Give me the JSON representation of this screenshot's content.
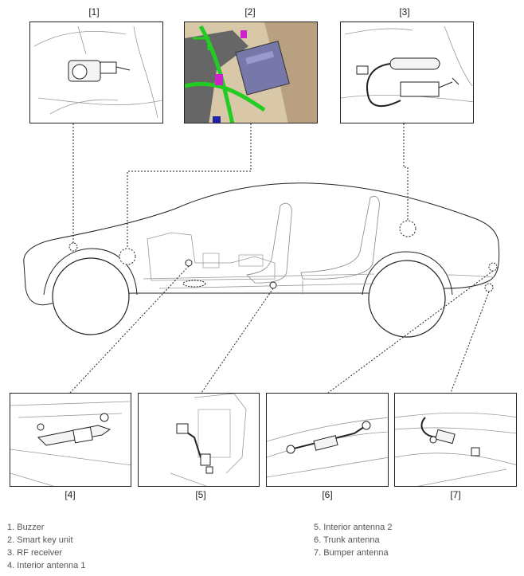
{
  "panels": [
    {
      "id": "1",
      "label": "[1]"
    },
    {
      "id": "2",
      "label": "[2]"
    },
    {
      "id": "3",
      "label": "[3]"
    },
    {
      "id": "4",
      "label": "[4]"
    },
    {
      "id": "5",
      "label": "[5]"
    },
    {
      "id": "6",
      "label": "[6]"
    },
    {
      "id": "7",
      "label": "[7]"
    }
  ],
  "legend": {
    "left": [
      "1. Buzzer",
      "2. Smart key unit",
      "3. RF receiver",
      "4. Interior antenna 1"
    ],
    "right": [
      "5. Interior antenna 2",
      "6. Trunk antenna",
      "7. Bumper antenna"
    ]
  },
  "colors": {
    "line": "#222222",
    "harness": "#22cc22",
    "module": "#7777aa",
    "frame": "#444444",
    "magenta": "#cc22cc"
  }
}
